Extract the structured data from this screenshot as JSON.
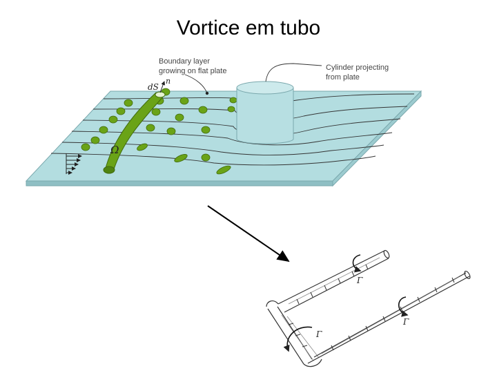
{
  "slide": {
    "title": "Vortice em tubo"
  },
  "top_figure": {
    "label_boundary_layer_line1": "Boundary layer",
    "label_boundary_layer_line2": "growing on flat plate",
    "label_cylinder_line1": "Cylinder projecting",
    "label_cylinder_line2": "from plate",
    "symbol_dS": "dS",
    "symbol_n": "n",
    "symbol_omega": "Ω",
    "colors": {
      "plate": "#b3dde0",
      "plate_edge": "#7aa8ad",
      "vortex": "#6aa317",
      "cylinder": "#b7dfe2"
    }
  },
  "bottom_figure": {
    "symbol_gamma_top": "Γ",
    "symbol_gamma_right": "Γ",
    "symbol_gamma_corner": "Γ"
  }
}
